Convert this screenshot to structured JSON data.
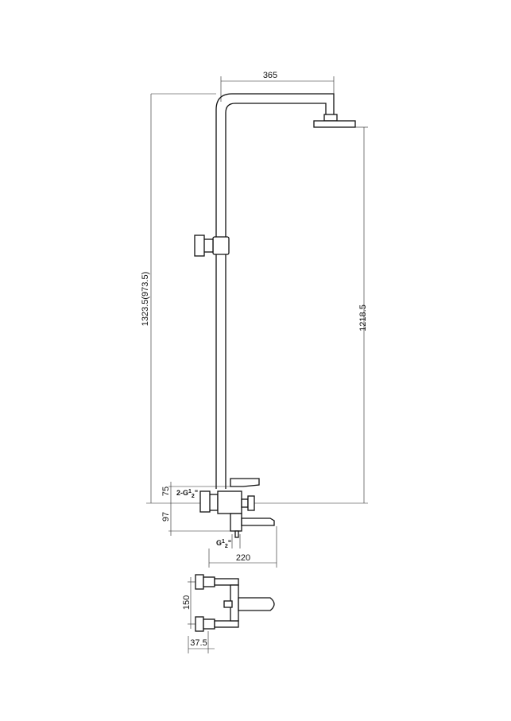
{
  "dimensions": {
    "arm_reach": "365",
    "total_height": "1323.5(973.5)",
    "head_height": "1218.5",
    "mixer_top_offset": "75",
    "inlet_label": "2-G",
    "inlet_frac_num": "1",
    "inlet_frac_den": "2",
    "inlet_inch": "\"",
    "mixer_bottom_offset": "97",
    "outlet_label": "G",
    "outlet_frac_num": "1",
    "outlet_frac_den": "2",
    "outlet_inch": "\"",
    "spout_reach": "220",
    "inlet_spacing": "150",
    "inlet_depth": "37.5"
  }
}
